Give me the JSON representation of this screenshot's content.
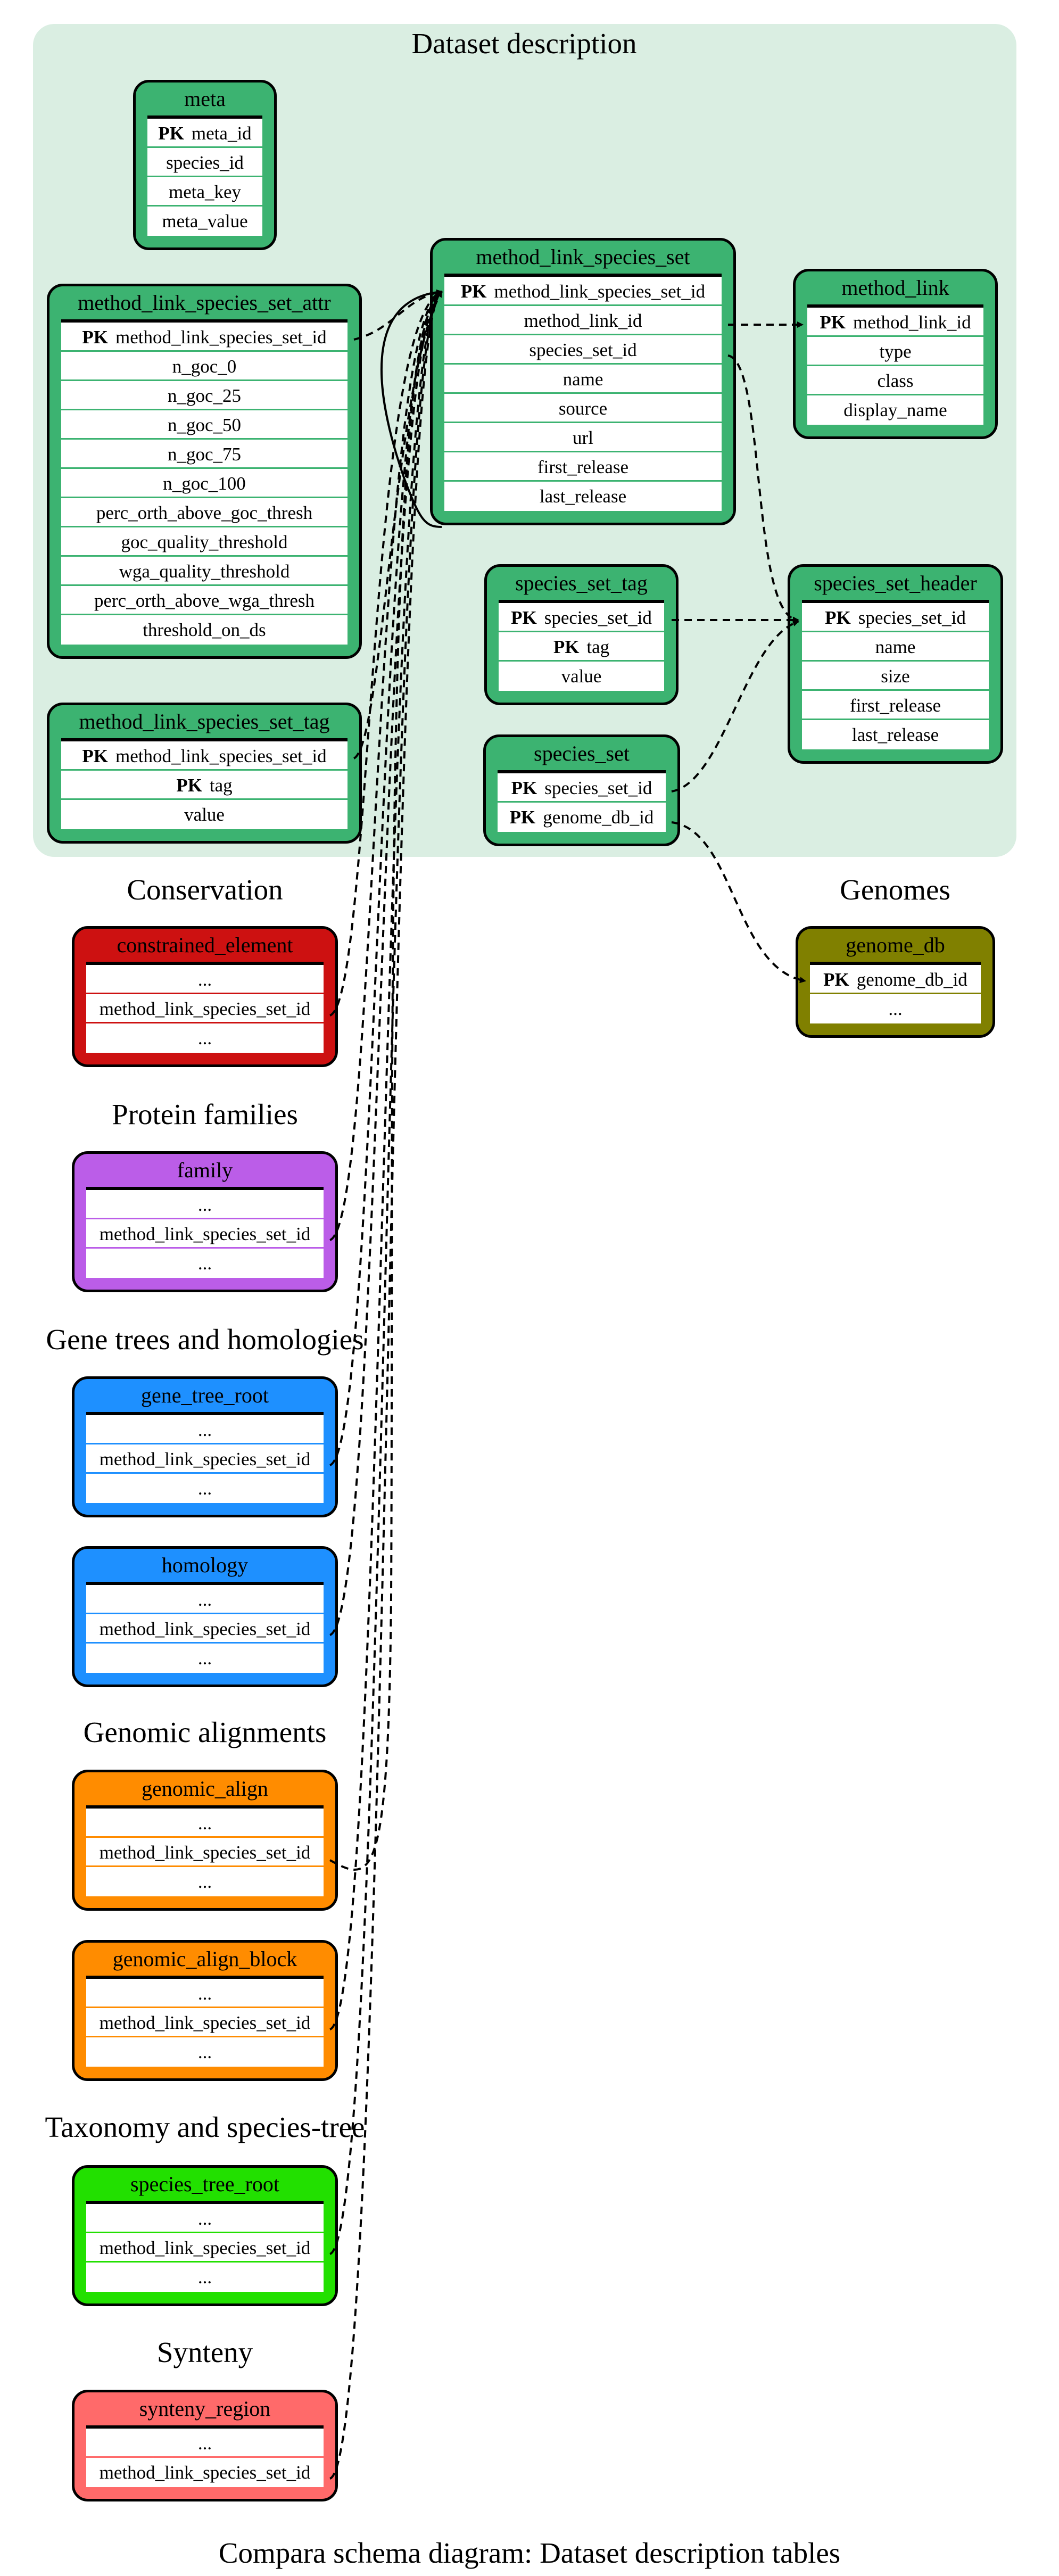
{
  "caption": "Compara schema diagram: Dataset description tables",
  "colors": {
    "dataset": "#3cb371",
    "conservation": "#cd1111",
    "protein_families": "#bb5de8",
    "gene_trees": "#1e90ff",
    "genomic_alignments": "#ff8c00",
    "taxonomy": "#22e000",
    "synteny": "#ff6a6a",
    "genomes": "#808000",
    "cluster_bg": "#daeee2"
  },
  "groups": {
    "dataset_description": "Dataset description",
    "conservation": "Conservation",
    "protein_families": "Protein families",
    "gene_trees": "Gene trees and homologies",
    "genomic_alignments": "Genomic alignments",
    "taxonomy": "Taxonomy and species-tree",
    "synteny": "Synteny",
    "genomes": "Genomes"
  },
  "pk_label": "PK",
  "tables": {
    "meta": {
      "name": "meta",
      "rows": [
        {
          "pk": true,
          "field": "meta_id"
        },
        {
          "field": "species_id"
        },
        {
          "field": "meta_key"
        },
        {
          "field": "meta_value"
        }
      ]
    },
    "mlss_attr": {
      "name": "method_link_species_set_attr",
      "rows": [
        {
          "pk": true,
          "field": "method_link_species_set_id"
        },
        {
          "field": "n_goc_0"
        },
        {
          "field": "n_goc_25"
        },
        {
          "field": "n_goc_50"
        },
        {
          "field": "n_goc_75"
        },
        {
          "field": "n_goc_100"
        },
        {
          "field": "perc_orth_above_goc_thresh"
        },
        {
          "field": "goc_quality_threshold"
        },
        {
          "field": "wga_quality_threshold"
        },
        {
          "field": "perc_orth_above_wga_thresh"
        },
        {
          "field": "threshold_on_ds"
        }
      ]
    },
    "mlss_tag": {
      "name": "method_link_species_set_tag",
      "rows": [
        {
          "pk": true,
          "field": "method_link_species_set_id"
        },
        {
          "pk": true,
          "field": "tag"
        },
        {
          "field": "value"
        }
      ]
    },
    "mlss": {
      "name": "method_link_species_set",
      "rows": [
        {
          "pk": true,
          "field": "method_link_species_set_id"
        },
        {
          "field": "method_link_id"
        },
        {
          "field": "species_set_id"
        },
        {
          "field": "name"
        },
        {
          "field": "source"
        },
        {
          "field": "url"
        },
        {
          "field": "first_release"
        },
        {
          "field": "last_release"
        }
      ]
    },
    "method_link": {
      "name": "method_link",
      "rows": [
        {
          "pk": true,
          "field": "method_link_id"
        },
        {
          "field": "type"
        },
        {
          "field": "class"
        },
        {
          "field": "display_name"
        }
      ]
    },
    "species_set_tag": {
      "name": "species_set_tag",
      "rows": [
        {
          "pk": true,
          "field": "species_set_id"
        },
        {
          "pk": true,
          "field": "tag"
        },
        {
          "field": "value"
        }
      ]
    },
    "species_set_header": {
      "name": "species_set_header",
      "rows": [
        {
          "pk": true,
          "field": "species_set_id"
        },
        {
          "field": "name"
        },
        {
          "field": "size"
        },
        {
          "field": "first_release"
        },
        {
          "field": "last_release"
        }
      ]
    },
    "species_set": {
      "name": "species_set",
      "rows": [
        {
          "pk": true,
          "field": "species_set_id"
        },
        {
          "pk": true,
          "field": "genome_db_id"
        }
      ]
    },
    "genome_db": {
      "name": "genome_db",
      "rows": [
        {
          "pk": true,
          "field": "genome_db_id"
        },
        {
          "field": "..."
        }
      ]
    },
    "constrained_element": {
      "name": "constrained_element",
      "rows": [
        {
          "field": "..."
        },
        {
          "field": "method_link_species_set_id"
        },
        {
          "field": "..."
        }
      ]
    },
    "family": {
      "name": "family",
      "rows": [
        {
          "field": "..."
        },
        {
          "field": "method_link_species_set_id"
        },
        {
          "field": "..."
        }
      ]
    },
    "gene_tree_root": {
      "name": "gene_tree_root",
      "rows": [
        {
          "field": "..."
        },
        {
          "field": "method_link_species_set_id"
        },
        {
          "field": "..."
        }
      ]
    },
    "homology": {
      "name": "homology",
      "rows": [
        {
          "field": "..."
        },
        {
          "field": "method_link_species_set_id"
        },
        {
          "field": "..."
        }
      ]
    },
    "genomic_align": {
      "name": "genomic_align",
      "rows": [
        {
          "field": "..."
        },
        {
          "field": "method_link_species_set_id"
        },
        {
          "field": "..."
        }
      ]
    },
    "genomic_align_block": {
      "name": "genomic_align_block",
      "rows": [
        {
          "field": "..."
        },
        {
          "field": "method_link_species_set_id"
        },
        {
          "field": "..."
        }
      ]
    },
    "species_tree_root": {
      "name": "species_tree_root",
      "rows": [
        {
          "field": "..."
        },
        {
          "field": "method_link_species_set_id"
        },
        {
          "field": "..."
        }
      ]
    },
    "synteny_region": {
      "name": "synteny_region",
      "rows": [
        {
          "field": "..."
        },
        {
          "field": "method_link_species_set_id"
        }
      ]
    }
  }
}
